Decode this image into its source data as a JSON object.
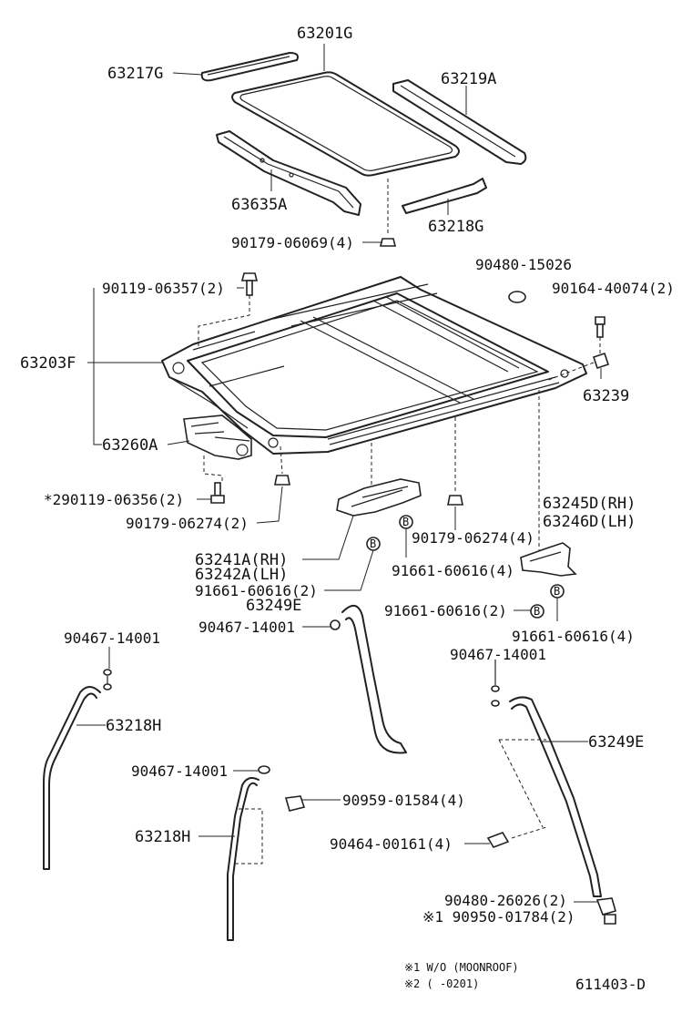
{
  "labels": {
    "p63201G": "63201G",
    "p63217G": "63217G",
    "p63219A": "63219A",
    "p63635A": "63635A",
    "p63218G": "63218G",
    "p90179_06069": "90179-06069(4)",
    "p90480_15026": "90480-15026",
    "p90119_06357": "90119-06357(2)",
    "p90164_40074": "90164-40074(2)",
    "p63203F": "63203F",
    "p63239": "63239",
    "p63260A": "63260A",
    "p90119_06356": "*290119-06356(2)",
    "p90179_06274_a": "90179-06274(2)",
    "p63245D": "63245D(RH)",
    "p63246D": "63246D(LH)",
    "p90179_06274_b": "90179-06274(4)",
    "p63241A": "63241A(RH)",
    "p63242A": "63242A(LH)",
    "p91661_a": "91661-60616(4)",
    "p91661_b": "91661-60616(2)",
    "p63249E_a": "63249E",
    "p91661_c": "91661-60616(2)",
    "p90467_a": "90467-14001",
    "p91661_d": "91661-60616(4)",
    "p90467_b": "90467-14001",
    "p90467_c": "90467-14001",
    "p63218H_a": "63218H",
    "p63249E_b": "63249E",
    "p90467_d": "90467-14001",
    "p90959": "90959-01584(4)",
    "p63218H_b": "63218H",
    "p90464": "90464-00161(4)",
    "p90480_26026": "90480-26026(2)",
    "p90950": "※1 90950-01784(2)"
  },
  "markers": {
    "b": "B"
  },
  "footnotes": {
    "note1": "※1 W/O  (MOONROOF)",
    "note2": "※2  (        -0201)",
    "ref": "611403-D"
  }
}
